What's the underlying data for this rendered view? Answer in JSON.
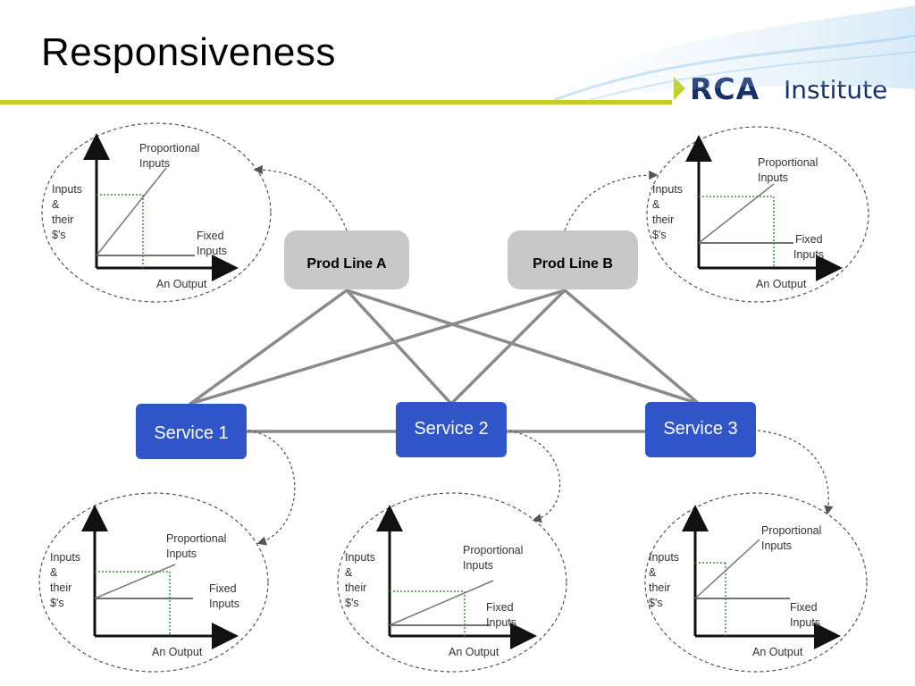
{
  "slide": {
    "title": "Responsiveness",
    "logo": {
      "brand": "RCA",
      "suffix": "Institute"
    }
  },
  "colors": {
    "title_rule": "#c4cf1e",
    "logo_navy": "#16306b",
    "service_box": "#2f55c8",
    "prod_box": "#c8c8c8",
    "connector": "#8a8a8a",
    "guide_dotted": "#3a9a3a"
  },
  "prod_lines": [
    {
      "id": "a",
      "label": "Prod Line A"
    },
    {
      "id": "b",
      "label": "Prod Line B"
    }
  ],
  "services": [
    {
      "id": "s1",
      "label": "Service 1"
    },
    {
      "id": "s2",
      "label": "Service 2"
    },
    {
      "id": "s3",
      "label": "Service 3"
    }
  ],
  "cost_graph_labels": {
    "y_axis": [
      "Inputs",
      "&",
      "their",
      "$'s"
    ],
    "x_axis": "An Output",
    "proportional": [
      "Proportional",
      "Inputs"
    ],
    "fixed": [
      "Fixed",
      "Inputs"
    ]
  }
}
